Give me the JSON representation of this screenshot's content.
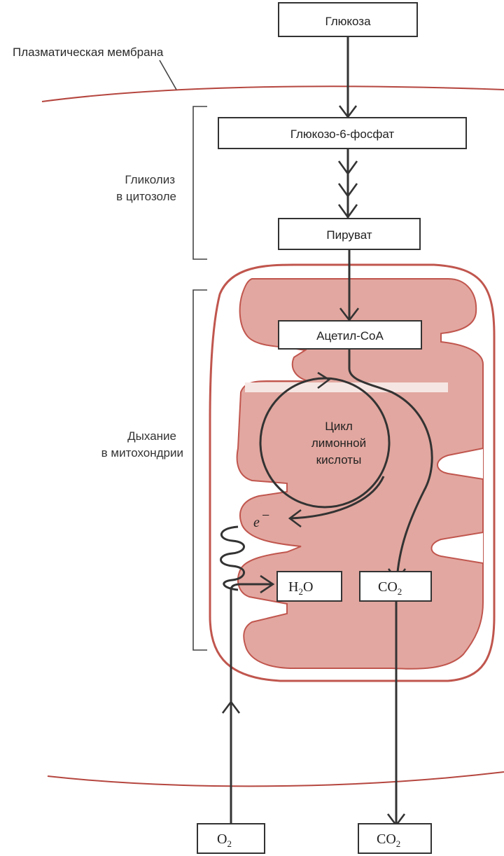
{
  "labels": {
    "glucose": "Глюкоза",
    "plasma_membrane": "Плазматическая мембрана",
    "glucose6p": "Глюкозо-6-фосфат",
    "glycolysis_line1": "Гликолиз",
    "glycolysis_line2": "в цитозоле",
    "pyruvate": "Пируват",
    "acetyl_coa": "Ацетил-CoA",
    "respiration_line1": "Дыхание",
    "respiration_line2": "в митохондрии",
    "cycle_line1": "Цикл",
    "cycle_line2": "лимонной",
    "cycle_line3": "кислоты",
    "electron": "e",
    "electron_sup": "−",
    "water_h": "H",
    "water_sub": "2",
    "water_o": "O",
    "co2_inner_c": "CO",
    "co2_inner_sub": "2",
    "o2_o": "O",
    "o2_sub": "2",
    "co2_out_c": "CO",
    "co2_out_sub": "2"
  },
  "colors": {
    "membrane": "#b5463f",
    "mito_fill": "#e2a7a0",
    "mito_outline": "#c0564e",
    "line": "#333333"
  }
}
